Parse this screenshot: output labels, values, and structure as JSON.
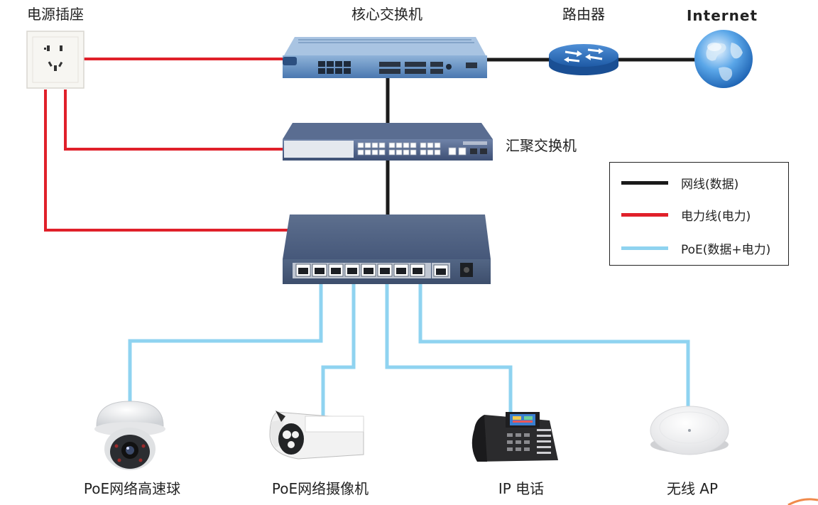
{
  "labels": {
    "power_socket": "电源插座",
    "core_switch": "核心交换机",
    "router": "路由器",
    "internet": "Internet",
    "aggregation_switch": "汇聚交换机",
    "poe_dome_camera": "PoE网络高速球",
    "poe_bullet_camera": "PoE网络摄像机",
    "ip_phone": "IP 电话",
    "wireless_ap": "无线 AP"
  },
  "legend": {
    "items": [
      {
        "label": "网线(数据)",
        "color": "#1a1a1a"
      },
      {
        "label": "电力线(电力)",
        "color": "#e0202a"
      },
      {
        "label": "PoE(数据+电力)",
        "color": "#8fd3f0"
      }
    ]
  },
  "colors": {
    "data_line": "#1a1a1a",
    "power_line": "#e0202a",
    "poe_line": "#8fd3f0"
  }
}
